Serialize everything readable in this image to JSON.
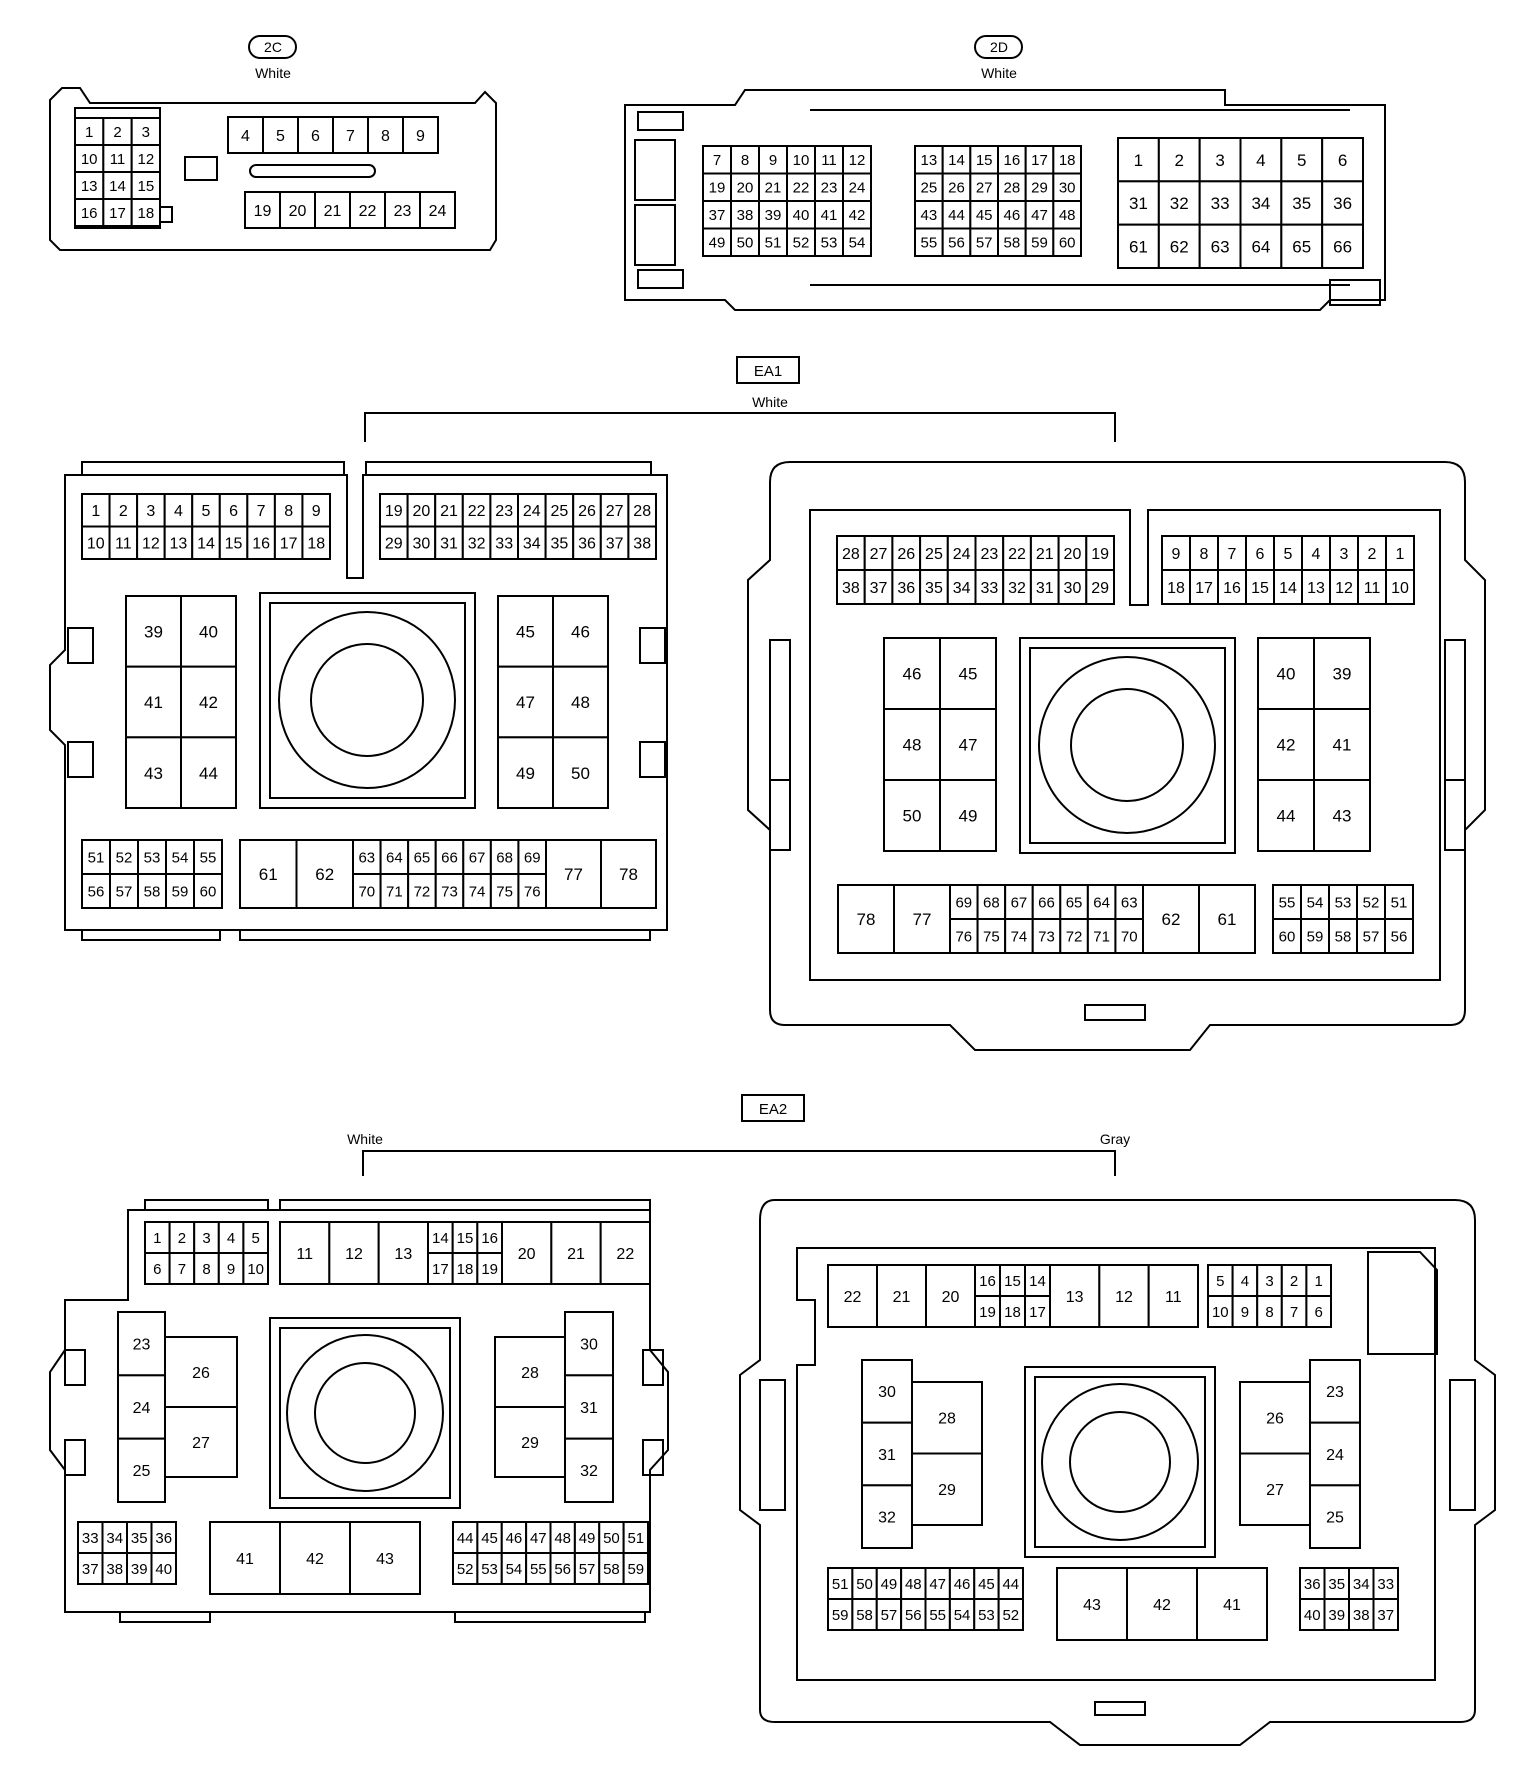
{
  "connectors": {
    "c2c": {
      "id": "2C",
      "color": "White"
    },
    "c2d": {
      "id": "2D",
      "color": "White"
    },
    "ea1": {
      "id": "EA1",
      "color": "White"
    },
    "ea2": {
      "id": "EA2",
      "color_left": "White",
      "color_right": "Gray"
    }
  },
  "pins": {
    "c2c_grid": [
      [
        "1",
        "2",
        "3"
      ],
      [
        "10",
        "11",
        "12"
      ],
      [
        "13",
        "14",
        "15"
      ],
      [
        "16",
        "17",
        "18"
      ]
    ],
    "c2c_top": [
      "4",
      "5",
      "6",
      "7",
      "8",
      "9"
    ],
    "c2c_bot": [
      "19",
      "20",
      "21",
      "22",
      "23",
      "24"
    ],
    "c2d_a": [
      [
        "7",
        "8",
        "9",
        "10",
        "11",
        "12"
      ],
      [
        "19",
        "20",
        "21",
        "22",
        "23",
        "24"
      ],
      [
        "37",
        "38",
        "39",
        "40",
        "41",
        "42"
      ],
      [
        "49",
        "50",
        "51",
        "52",
        "53",
        "54"
      ]
    ],
    "c2d_b": [
      [
        "13",
        "14",
        "15",
        "16",
        "17",
        "18"
      ],
      [
        "25",
        "26",
        "27",
        "28",
        "29",
        "30"
      ],
      [
        "43",
        "44",
        "45",
        "46",
        "47",
        "48"
      ],
      [
        "55",
        "56",
        "57",
        "58",
        "59",
        "60"
      ]
    ],
    "c2d_c": [
      [
        "1",
        "2",
        "3",
        "4",
        "5",
        "6"
      ],
      [
        "31",
        "32",
        "33",
        "34",
        "35",
        "36"
      ],
      [
        "61",
        "62",
        "63",
        "64",
        "65",
        "66"
      ]
    ],
    "ea1l_top_left": [
      [
        "1",
        "2",
        "3",
        "4",
        "5",
        "6",
        "7",
        "8",
        "9"
      ],
      [
        "10",
        "11",
        "12",
        "13",
        "14",
        "15",
        "16",
        "17",
        "18"
      ]
    ],
    "ea1l_top_right": [
      [
        "19",
        "20",
        "21",
        "22",
        "23",
        "24",
        "25",
        "26",
        "27",
        "28"
      ],
      [
        "29",
        "30",
        "31",
        "32",
        "33",
        "34",
        "35",
        "36",
        "37",
        "38"
      ]
    ],
    "ea1l_mid_left": [
      [
        "39",
        "40"
      ],
      [
        "41",
        "42"
      ],
      [
        "43",
        "44"
      ]
    ],
    "ea1l_mid_right": [
      [
        "45",
        "46"
      ],
      [
        "47",
        "48"
      ],
      [
        "49",
        "50"
      ]
    ],
    "ea1l_bot_left": [
      [
        "51",
        "52",
        "53",
        "54",
        "55"
      ],
      [
        "56",
        "57",
        "58",
        "59",
        "60"
      ]
    ],
    "ea1l_bot_big": [
      "61",
      "62"
    ],
    "ea1l_bot_mid": [
      [
        "63",
        "64",
        "65",
        "66",
        "67",
        "68",
        "69"
      ],
      [
        "70",
        "71",
        "72",
        "73",
        "74",
        "75",
        "76"
      ]
    ],
    "ea1l_bot_big2": [
      "77",
      "78"
    ],
    "ea1r_top_left": [
      [
        "28",
        "27",
        "26",
        "25",
        "24",
        "23",
        "22",
        "21",
        "20",
        "19"
      ],
      [
        "38",
        "37",
        "36",
        "35",
        "34",
        "33",
        "32",
        "31",
        "30",
        "29"
      ]
    ],
    "ea1r_top_right": [
      [
        "9",
        "8",
        "7",
        "6",
        "5",
        "4",
        "3",
        "2",
        "1"
      ],
      [
        "18",
        "17",
        "16",
        "15",
        "14",
        "13",
        "12",
        "11",
        "10"
      ]
    ],
    "ea1r_mid_left": [
      [
        "46",
        "45"
      ],
      [
        "48",
        "47"
      ],
      [
        "50",
        "49"
      ]
    ],
    "ea1r_mid_right": [
      [
        "40",
        "39"
      ],
      [
        "42",
        "41"
      ],
      [
        "44",
        "43"
      ]
    ],
    "ea1r_bot_big": [
      "78",
      "77"
    ],
    "ea1r_bot_mid": [
      [
        "69",
        "68",
        "67",
        "66",
        "65",
        "64",
        "63"
      ],
      [
        "76",
        "75",
        "74",
        "73",
        "72",
        "71",
        "70"
      ]
    ],
    "ea1r_bot_big2": [
      "62",
      "61"
    ],
    "ea1r_bot_right": [
      [
        "55",
        "54",
        "53",
        "52",
        "51"
      ],
      [
        "60",
        "59",
        "58",
        "57",
        "56"
      ]
    ],
    "ea2l_top_small": [
      [
        "1",
        "2",
        "3",
        "4",
        "5"
      ],
      [
        "6",
        "7",
        "8",
        "9",
        "10"
      ]
    ],
    "ea2l_top_big_a": [
      "11",
      "12",
      "13"
    ],
    "ea2l_top_mini": [
      [
        "14",
        "15",
        "16"
      ],
      [
        "17",
        "18",
        "19"
      ]
    ],
    "ea2l_top_big_b": [
      "20",
      "21",
      "22"
    ],
    "ea2l_left_col": [
      "23",
      "24",
      "25"
    ],
    "ea2l_left_col2": [
      "26",
      "27"
    ],
    "ea2l_right_col2": [
      "28",
      "29"
    ],
    "ea2l_right_col": [
      "30",
      "31",
      "32"
    ],
    "ea2l_bot_left": [
      [
        "33",
        "34",
        "35",
        "36"
      ],
      [
        "37",
        "38",
        "39",
        "40"
      ]
    ],
    "ea2l_bot_big": [
      "41",
      "42",
      "43"
    ],
    "ea2l_bot_right": [
      [
        "44",
        "45",
        "46",
        "47",
        "48",
        "49",
        "50",
        "51"
      ],
      [
        "52",
        "53",
        "54",
        "55",
        "56",
        "57",
        "58",
        "59"
      ]
    ],
    "ea2r_top_big_b": [
      "22",
      "21",
      "20"
    ],
    "ea2r_top_mini": [
      [
        "16",
        "15",
        "14"
      ],
      [
        "19",
        "18",
        "17"
      ]
    ],
    "ea2r_top_big_a": [
      "13",
      "12",
      "11"
    ],
    "ea2r_top_small": [
      [
        "5",
        "4",
        "3",
        "2",
        "1"
      ],
      [
        "10",
        "9",
        "8",
        "7",
        "6"
      ]
    ],
    "ea2r_left_col": [
      "30",
      "31",
      "32"
    ],
    "ea2r_left_col2": [
      "28",
      "29"
    ],
    "ea2r_right_col2": [
      "26",
      "27"
    ],
    "ea2r_right_col": [
      "23",
      "24",
      "25"
    ],
    "ea2r_bot_left": [
      [
        "51",
        "50",
        "49",
        "48",
        "47",
        "46",
        "45",
        "44"
      ],
      [
        "59",
        "58",
        "57",
        "56",
        "55",
        "54",
        "53",
        "52"
      ]
    ],
    "ea2r_bot_big": [
      "43",
      "42",
      "41"
    ],
    "ea2r_bot_right": [
      [
        "36",
        "35",
        "34",
        "33"
      ],
      [
        "40",
        "39",
        "38",
        "37"
      ]
    ]
  }
}
